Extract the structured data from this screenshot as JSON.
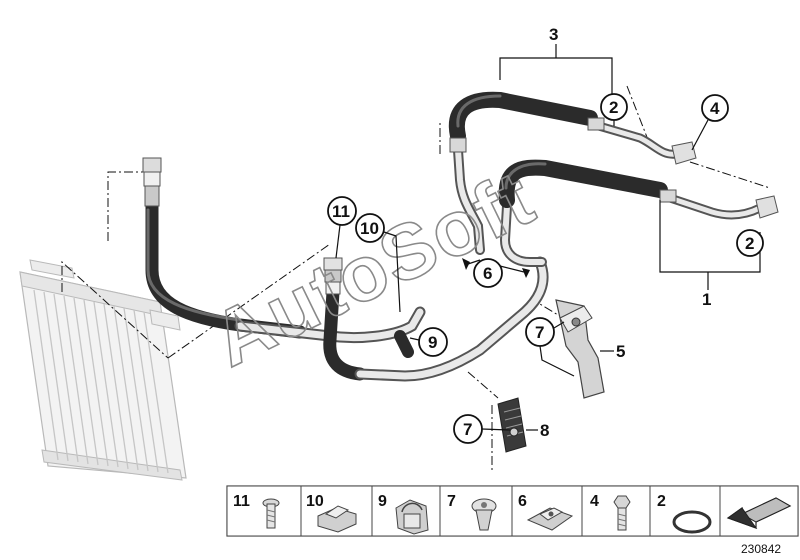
{
  "diagram": {
    "callouts": {
      "c1": "1",
      "c2a": "2",
      "c2b": "2",
      "c3": "3",
      "c4": "4",
      "c5": "5",
      "c6": "6",
      "c7a": "7",
      "c7b": "7",
      "c8": "8",
      "c9": "9",
      "c10": "10",
      "c11": "11"
    },
    "watermark": "AutoSoft",
    "diagram_id": "230842"
  },
  "legend": {
    "items": [
      {
        "number": "11",
        "icon": "bolt-icon"
      },
      {
        "number": "10",
        "icon": "clip-icon"
      },
      {
        "number": "9",
        "icon": "clamp-icon"
      },
      {
        "number": "7",
        "icon": "expanding-rivet-icon"
      },
      {
        "number": "6",
        "icon": "spring-nut-icon"
      },
      {
        "number": "4",
        "icon": "hex-bolt-icon"
      },
      {
        "number": "2",
        "icon": "o-ring-icon"
      },
      {
        "number": "",
        "icon": "arrow-icon"
      }
    ]
  },
  "colors": {
    "hose": "#2b2b2b",
    "pipe": "#e9e9e9",
    "cooler": "#f2f2f2"
  }
}
